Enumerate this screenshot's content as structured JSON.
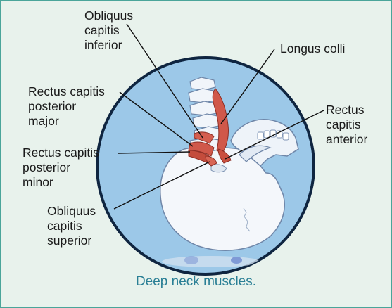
{
  "labels": {
    "obliquus_capitis_inferior": [
      "Obliquus",
      "capitis",
      "inferior"
    ],
    "longus_colli": [
      "Longus colli"
    ],
    "rectus_capitis_posterior_major": [
      "Rectus capitis",
      "posterior",
      "major"
    ],
    "rectus_capitis_anterior": [
      "Rectus",
      "capitis",
      "anterior"
    ],
    "rectus_capitis_posterior_minor": [
      "Rectus capitis",
      "posterior",
      "minor"
    ],
    "obliquus_capitis_superior": [
      "Obliquus",
      "capitis",
      "superior"
    ]
  },
  "caption": "Deep neck muscles.",
  "colors": {
    "panel_background": "#e8f2ec",
    "panel_border": "#4aa59a",
    "circle_fill": "#9cc8e8",
    "circle_stroke": "#0f2540",
    "bone": "#f4f7fb",
    "muscle": "#d0584a",
    "caption": "#2a7f95"
  }
}
